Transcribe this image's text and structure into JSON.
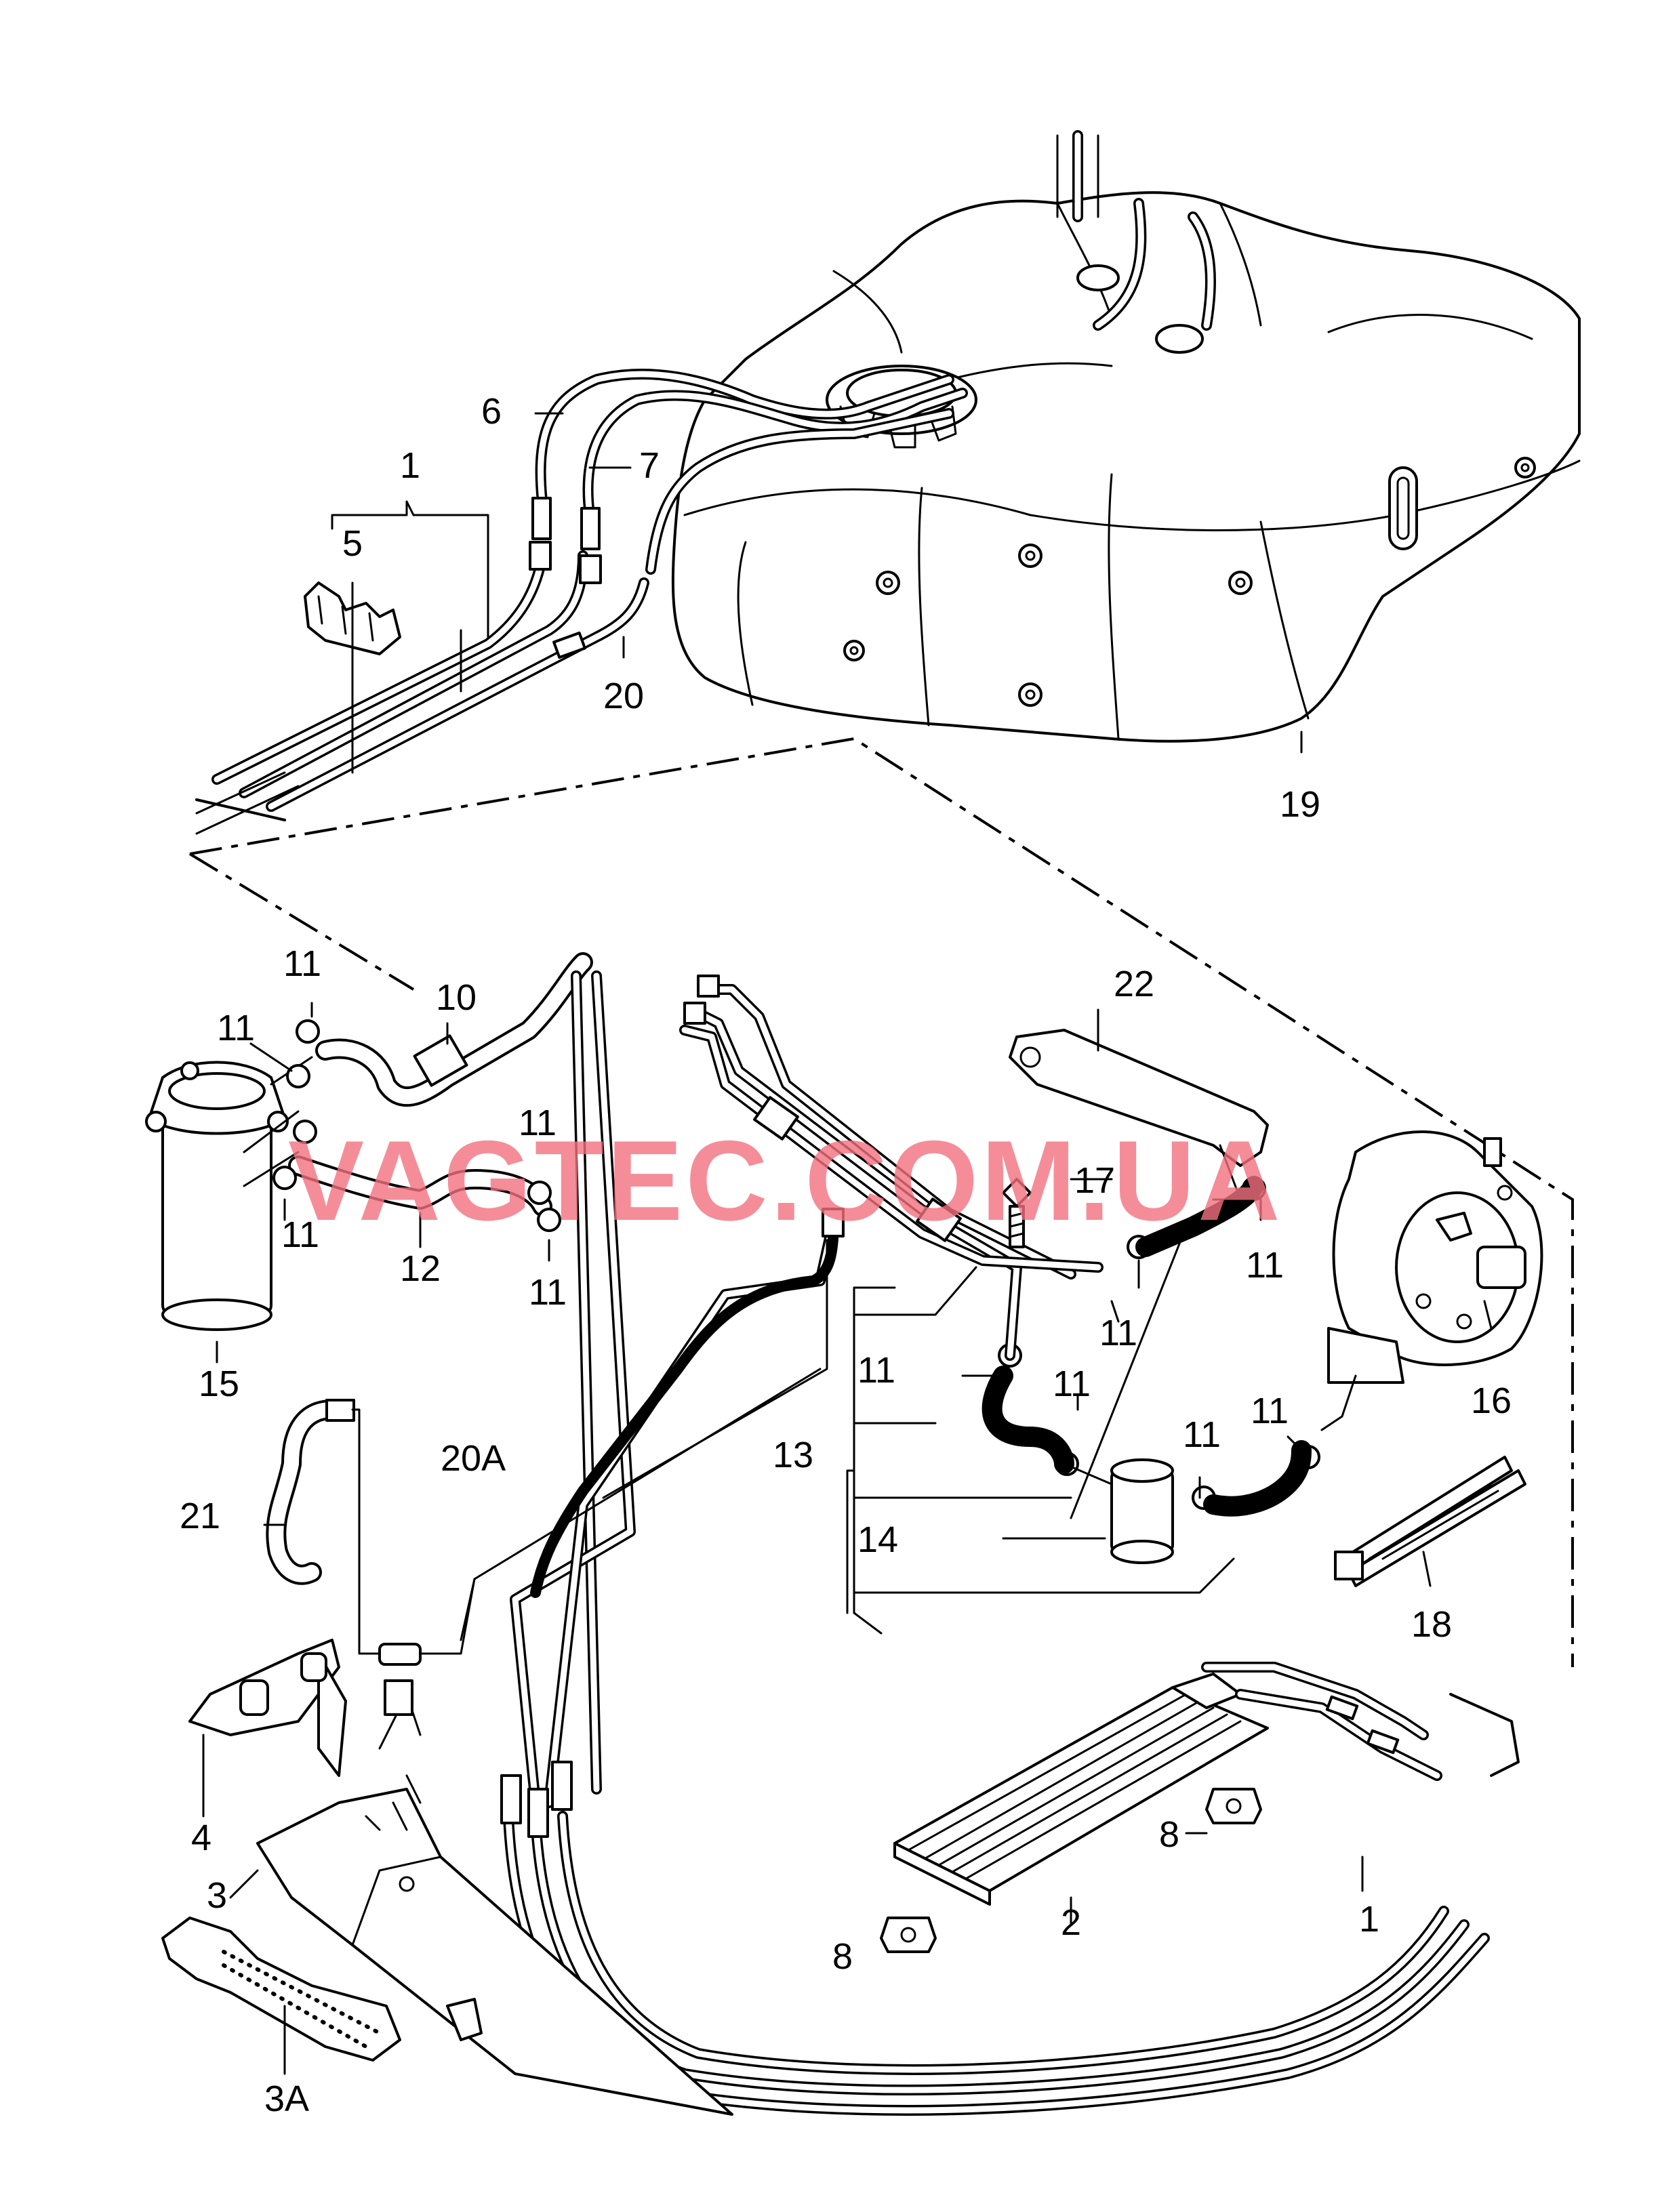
{
  "watermark": "VAGTEC.COM.UA",
  "callouts": {
    "c1_top": "1",
    "c1_bottom": "1",
    "c2": "2",
    "c3": "3",
    "c3a": "3A",
    "c4": "4",
    "c5": "5",
    "c6": "6",
    "c7": "7",
    "c8_left": "8",
    "c8_right": "8",
    "c10": "10",
    "c11_a": "11",
    "c11_b": "11",
    "c11_c": "11",
    "c11_d": "11",
    "c11_e": "11",
    "c11_f": "11",
    "c11_g": "11",
    "c11_h": "11",
    "c11_i": "11",
    "c11_j": "11",
    "c11_k": "11",
    "c12": "12",
    "c13": "13",
    "c14": "14",
    "c15": "15",
    "c16": "16",
    "c17": "17",
    "c18": "18",
    "c19": "19",
    "c20": "20",
    "c20a": "20A",
    "c21": "21",
    "c22": "22"
  }
}
